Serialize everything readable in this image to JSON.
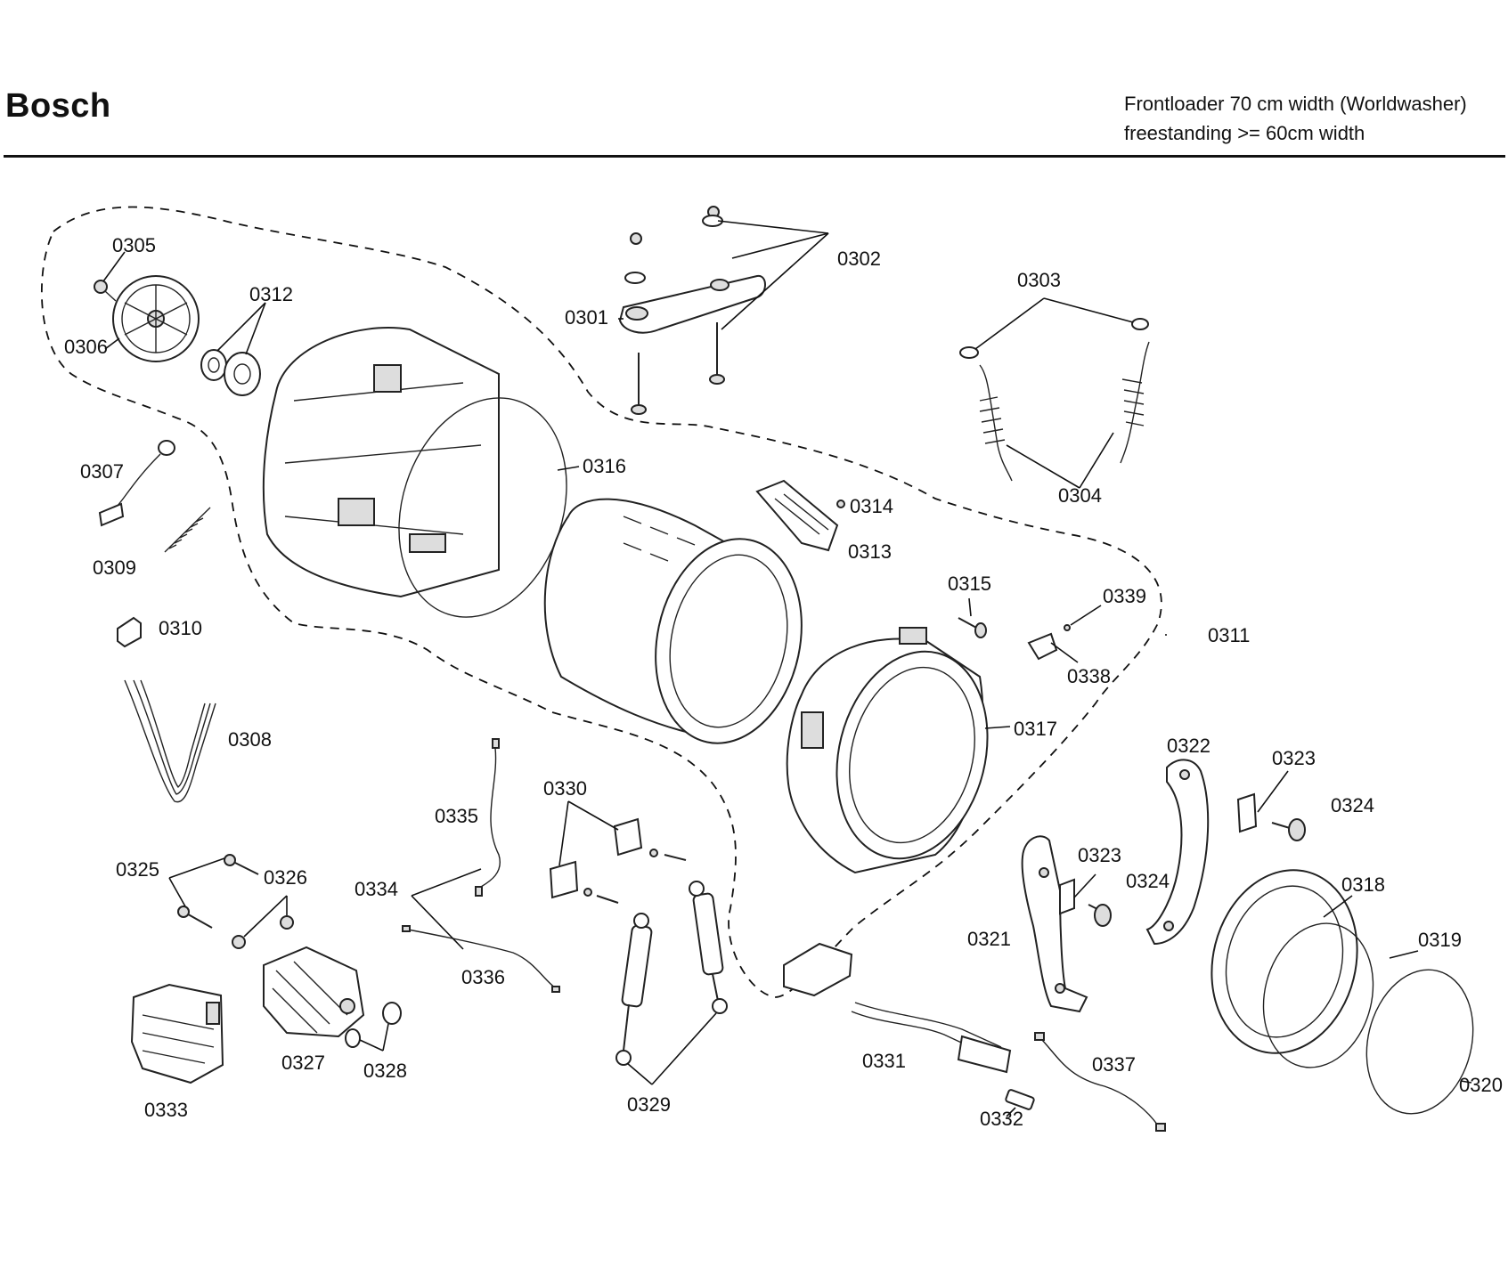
{
  "header": {
    "brand": "Bosch",
    "subtitle_line1": "Frontloader 70 cm width (Worldwasher)",
    "subtitle_line2": "freestanding >= 60cm width"
  },
  "parts": {
    "p0301": "0301",
    "p0302": "0302",
    "p0303": "0303",
    "p0304": "0304",
    "p0305": "0305",
    "p0306": "0306",
    "p0307": "0307",
    "p0308": "0308",
    "p0309": "0309",
    "p0310": "0310",
    "p0311": "0311",
    "p0312": "0312",
    "p0313": "0313",
    "p0314": "0314",
    "p0315": "0315",
    "p0316": "0316",
    "p0317": "0317",
    "p0318": "0318",
    "p0319": "0319",
    "p0320": "0320",
    "p0321": "0321",
    "p0322": "0322",
    "p0323a": "0323",
    "p0323b": "0323",
    "p0324a": "0324",
    "p0324b": "0324",
    "p0325": "0325",
    "p0326": "0326",
    "p0327": "0327",
    "p0328": "0328",
    "p0329": "0329",
    "p0330": "0330",
    "p0331": "0331",
    "p0332": "0332",
    "p0333": "0333",
    "p0334": "0334",
    "p0335": "0335",
    "p0336": "0336",
    "p0337": "0337",
    "p0338": "0338",
    "p0339": "0339"
  }
}
